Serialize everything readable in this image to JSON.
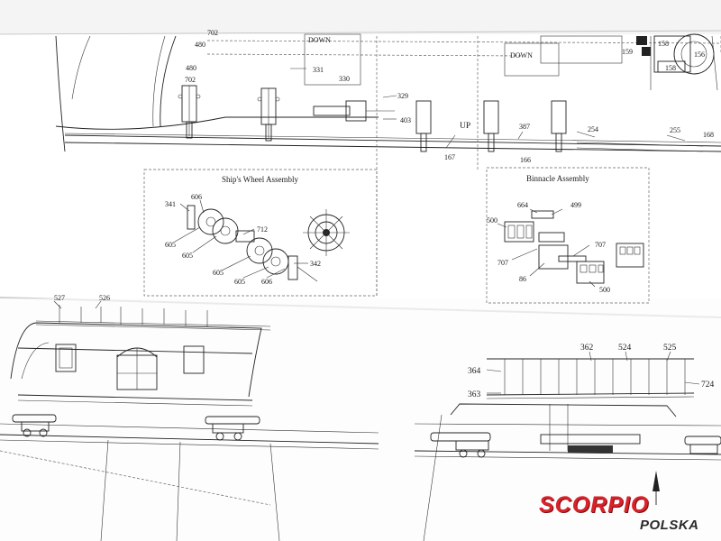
{
  "sheet": {
    "panel_titles": {
      "wheel": "Ship's Wheel Assembly",
      "binnacle": "Binnacle Assembly"
    },
    "direction_labels": {
      "down_left": "DOWN",
      "down_right": "DOWN",
      "up": "UP"
    },
    "top_labels": {
      "l702a": "702",
      "l480a": "480",
      "l480b": "480",
      "l702b": "702",
      "l331": "331",
      "l330": "330",
      "l329": "329",
      "l403": "403",
      "l167": "167",
      "l387": "387",
      "l166": "166",
      "l254": "254",
      "l255": "255",
      "l168": "168",
      "l159": "159",
      "l158a": "158",
      "l158b": "158",
      "l156": "156"
    },
    "wheel_labels": {
      "l341": "341",
      "l606a": "606",
      "l605a": "605",
      "l605b": "605",
      "l712": "712",
      "l605c": "605",
      "l605d": "605",
      "l606b": "606",
      "l342": "342"
    },
    "binnacle_labels": {
      "l664": "664",
      "l499": "499",
      "l500a": "500",
      "l707a": "707",
      "l707b": "707",
      "l86": "86",
      "l500b": "500"
    },
    "bottom_labels": {
      "l527": "527",
      "l526": "526",
      "l362": "362",
      "l524": "524",
      "l525": "525",
      "l364": "364",
      "l363": "363",
      "l724": "724"
    }
  },
  "watermark": {
    "brand": "SCORPIO",
    "sub": "POLSKA"
  }
}
